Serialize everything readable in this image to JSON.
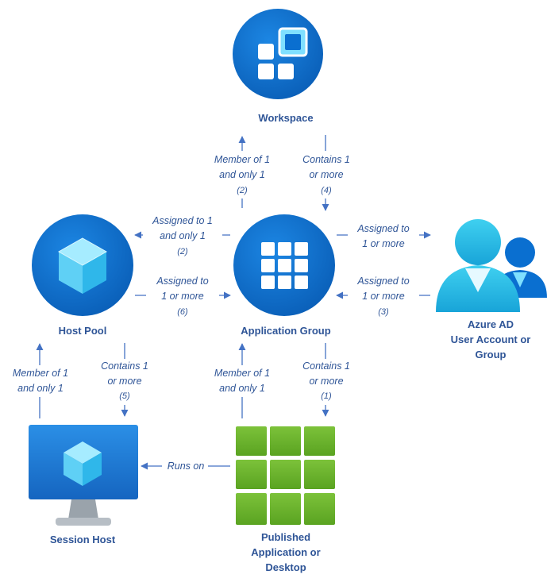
{
  "nodes": {
    "workspace": {
      "label": "Workspace",
      "icon": "workspace-icon"
    },
    "app_group": {
      "label": "Application Group",
      "icon": "app-grid-icon"
    },
    "host_pool": {
      "label": "Host Pool",
      "icon": "cube-icon"
    },
    "azure_ad": {
      "label_lines": [
        "Azure AD",
        "User Account or",
        "Group"
      ],
      "icon": "users-icon"
    },
    "session_host": {
      "label": "Session Host",
      "icon": "monitor-icon"
    },
    "published_app": {
      "label_lines": [
        "Published",
        "Application or",
        "Desktop"
      ],
      "icon": "green-grid-icon"
    }
  },
  "edges": {
    "ag_to_workspace": {
      "lines": [
        "Member of 1",
        "and only 1"
      ],
      "num": "(2)"
    },
    "workspace_to_ag": {
      "lines": [
        "Contains 1",
        "or more"
      ],
      "num": "(4)"
    },
    "ag_to_hostpool": {
      "lines": [
        "Assigned to 1",
        "and only 1"
      ],
      "num": "(2)"
    },
    "hostpool_to_ag": {
      "lines": [
        "Assigned to",
        "1 or more"
      ],
      "num": "(6)"
    },
    "ag_to_user": {
      "lines": [
        "Assigned to",
        "1 or more"
      ],
      "num": ""
    },
    "user_to_ag": {
      "lines": [
        "Assigned to",
        "1 or more"
      ],
      "num": "(3)"
    },
    "sessionhost_to_hostpool": {
      "lines": [
        "Member of 1",
        "and only 1"
      ],
      "num": ""
    },
    "hostpool_to_sessionhost": {
      "lines": [
        "Contains 1",
        "or more"
      ],
      "num": "(5)"
    },
    "published_to_ag": {
      "lines": [
        "Member of 1",
        "and only 1"
      ],
      "num": ""
    },
    "ag_to_published": {
      "lines": [
        "Contains 1",
        "or more"
      ],
      "num": "(1)"
    },
    "published_runs_on": {
      "lines": [
        "Runs on"
      ],
      "num": ""
    }
  },
  "colors": {
    "text": "#2f5597",
    "arrow": "#4472c4",
    "blue_circle": "#0a6fd0",
    "green_tile": "#6cb52d"
  }
}
